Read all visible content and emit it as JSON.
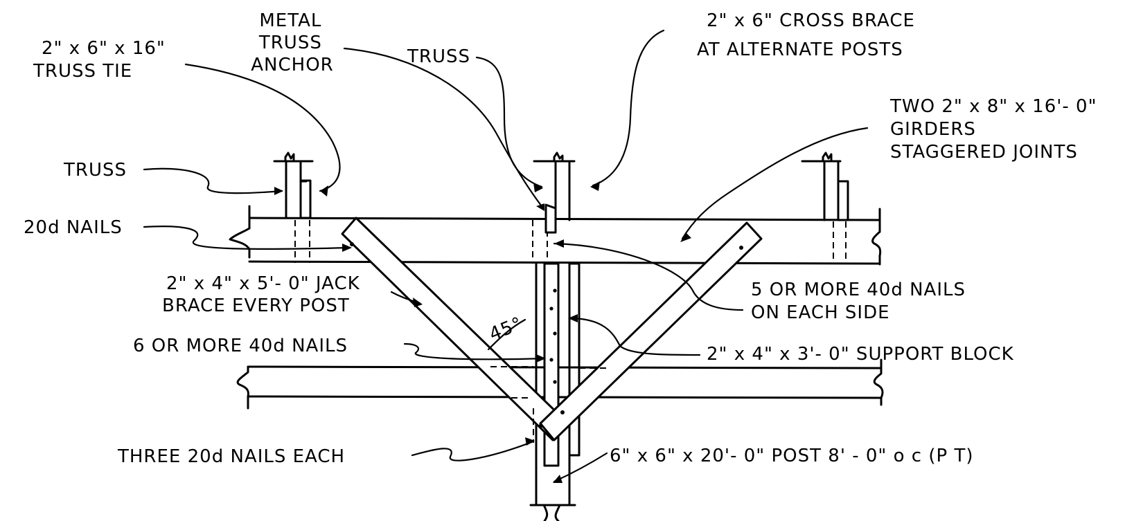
{
  "labels": {
    "truss_tie": [
      "2\" x 6\" x 16\"",
      "TRUSS  TIE"
    ],
    "metal_anchor": [
      "METAL",
      "TRUSS",
      "ANCHOR"
    ],
    "truss_center": "TRUSS",
    "cross_brace": [
      "2\" x 6\"  CROSS  BRACE",
      "AT  ALTERNATE   POSTS"
    ],
    "girders": [
      "TWO  2\" x 8\" x 16'- 0\"",
      "GIRDERS",
      "STAGGERED   JOINTS"
    ],
    "truss_left": "TRUSS",
    "nails_20d": "20d   NAILS",
    "jack_brace": [
      "2\" x 4\" x 5'- 0\"  JACK",
      "BRACE  EVERY POST"
    ],
    "nails_40d_5": [
      "5  OR MORE   40d  NAILS",
      "ON  EACH   SIDE"
    ],
    "angle": "45°",
    "nails_40d_6": "6  OR MORE  40d  NAILS",
    "support_block": "2\" x 4\" x 3'- 0\"  SUPPORT  BLOCK",
    "three_nails": "THREE  20d  NAILS  EACH",
    "post": "6\" x 6\" x 20'- 0\"  POST  8' - 0\"  o c  (P T)"
  }
}
